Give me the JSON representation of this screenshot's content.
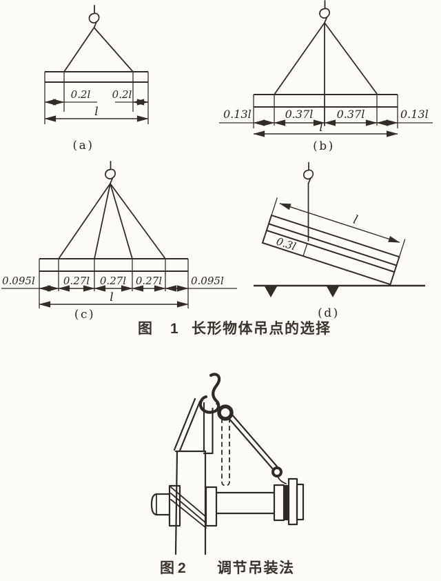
{
  "page": {
    "paper_color": "#fdfcf9",
    "ink_color": "#322d27"
  },
  "figure1": {
    "caption": {
      "prefix": "图",
      "number": "1",
      "title": "长形物体吊点的选择"
    },
    "diagrams": {
      "a": {
        "label": "(a)",
        "dim_left": "0.2l",
        "dim_right": "0.2l",
        "dim_total": "l"
      },
      "b": {
        "label": "(b)",
        "dim_outer_left": "0.13l",
        "dim_mid_left": "0.37l",
        "dim_mid_right": "0.37l",
        "dim_outer_right": "0.13l",
        "dim_total": "l"
      },
      "c": {
        "label": "(c)",
        "dim_outer_left": "0.095l",
        "dim_seg1": "0.27l",
        "dim_seg2": "0.27l",
        "dim_seg3": "0.27l",
        "dim_outer_right": "0.095l",
        "dim_total": "l"
      },
      "d": {
        "label": "(d)",
        "dim_total": "l",
        "dim_tail": "0.3l"
      }
    }
  },
  "figure2": {
    "caption": {
      "prefix": "图",
      "number": "2",
      "title": "调节吊装法"
    }
  }
}
